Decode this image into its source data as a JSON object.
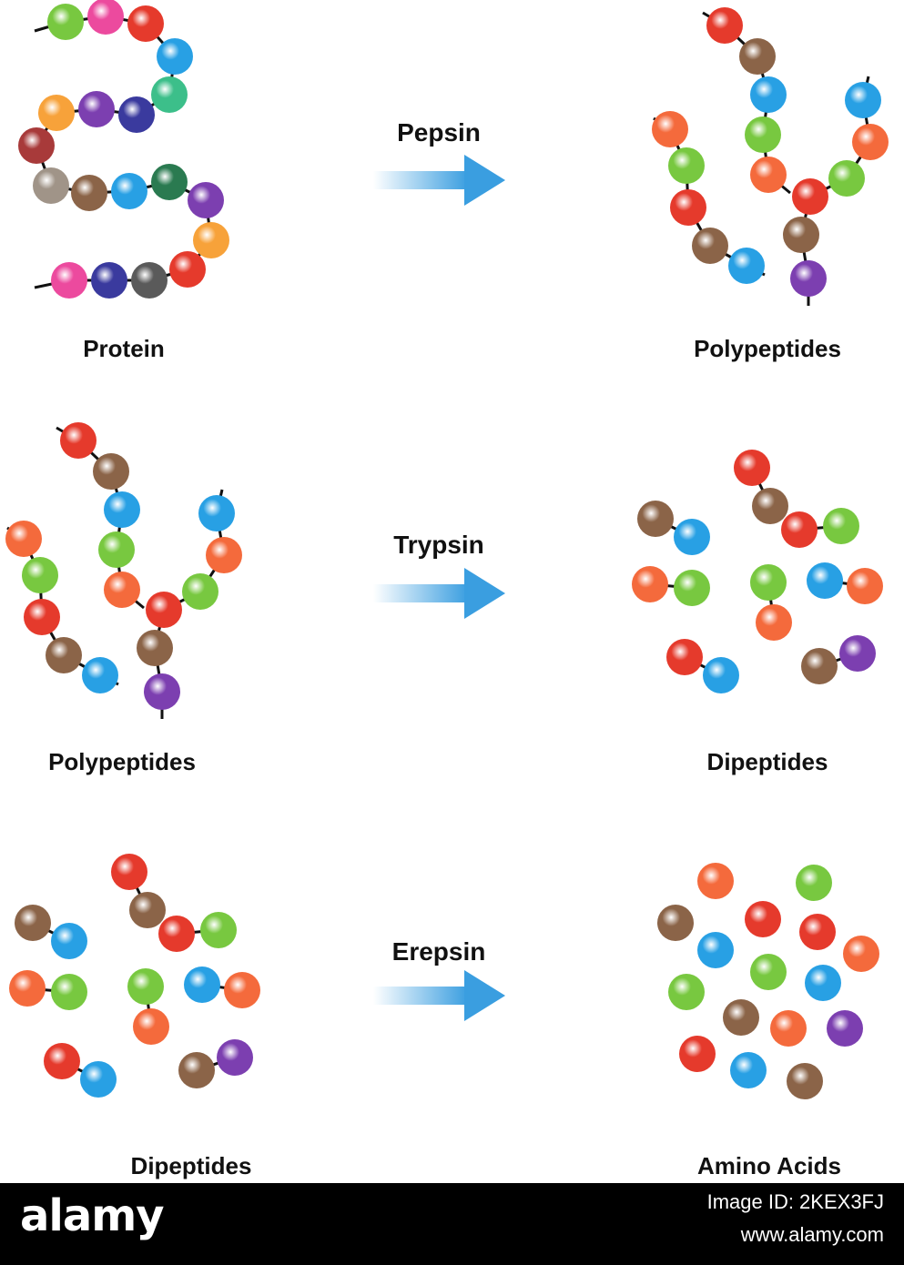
{
  "labels": {
    "protein": "Protein",
    "polypeptides_top": "Polypeptides",
    "polypeptides_mid": "Polypeptides",
    "dipeptides_mid": "Dipeptides",
    "dipeptides_bottom": "Dipeptides",
    "amino_acids": "Amino Acids"
  },
  "enzymes": {
    "pepsin": "Pepsin",
    "trypsin": "Trypsin",
    "erepsin": "Erepsin"
  },
  "colors": {
    "arrow": "#3a9ee0",
    "bond": "#111111",
    "beads": {
      "red": "#e53a2c",
      "orange": "#f46a3c",
      "green": "#78c840",
      "teal": "#3cbf8a",
      "blue": "#28a0e4",
      "navy": "#3a3a9e",
      "purple": "#7c3fb0",
      "violet": "#9b3fc7",
      "pink": "#ec4a9e",
      "brown": "#8b6448",
      "grey": "#a09488",
      "darkgreen": "#2a7a50",
      "gold": "#f7a23a",
      "maroon": "#a83a3a",
      "darkgrey": "#5a5a5a"
    }
  },
  "footer": {
    "brand": "alamy",
    "image_id": "Image ID: 2KEX3FJ",
    "site": "www.alamy.com"
  }
}
